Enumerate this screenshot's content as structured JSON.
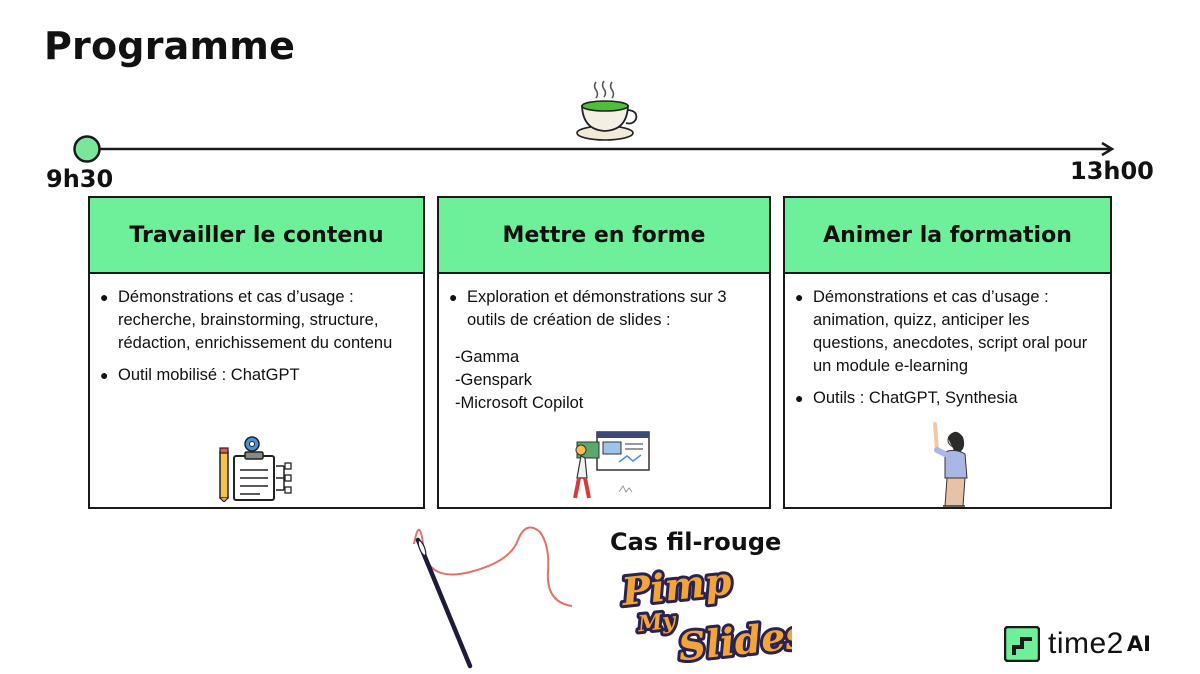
{
  "title": "Programme",
  "timeline": {
    "start": "9h30",
    "end": "13h00",
    "start_color": "#7be59a"
  },
  "cards": [
    {
      "header": "Travailler le contenu",
      "bullets": [
        "Démonstrations et cas d’usage : recherche, brainstorming, structure, rédaction, enrichissement du contenu",
        "Outil mobilisé : ChatGPT"
      ],
      "icon": "clipboard-gear-icon"
    },
    {
      "header": "Mettre en forme",
      "bullets": [
        "Exploration et démonstrations sur 3 outils de création de slides :"
      ],
      "tools": [
        "-Gamma",
        "-Genspark",
        "-Microsoft Copilot"
      ],
      "icon": "slide-designer-illustration"
    },
    {
      "header": "Animer la formation",
      "bullets": [
        "Démonstrations et cas d’usage : animation, quizz, anticiper les questions, anecdotes, script oral pour un module e-learning",
        "Outils : ChatGPT, Synthesia"
      ],
      "icon": "presenter-woman-illustration"
    }
  ],
  "fil_rouge": {
    "title": "Cas fil-rouge",
    "logo_text": [
      "Pimp",
      "My",
      "Slides"
    ]
  },
  "brand": {
    "name": "time2",
    "suffix": "AI",
    "color": "#6ef09b"
  },
  "colors": {
    "card_header": "#6ef09b",
    "thread": "#e0726a",
    "logo_orange": "#f3a537",
    "logo_outline": "#2a2350"
  }
}
